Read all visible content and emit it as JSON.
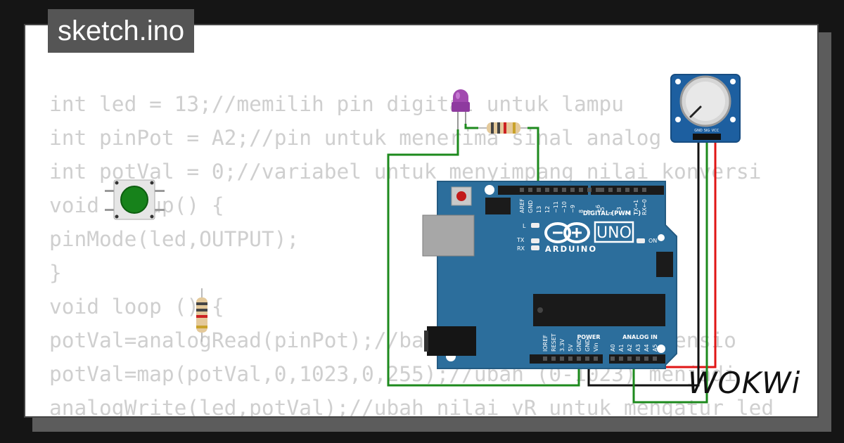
{
  "file": {
    "name": "sketch.ino"
  },
  "code_lines": [
    "int led = 13;//memilih pin digital untuk lampu",
    "int pinPot = A2;//pin untuk menerima sinal analog",
    "int potVal = 0;//variabel untuk menyimpang nilai konversi",
    "void setup() {",
    "pinMode(led,OUTPUT);",
    "}",
    "void loop () {",
    "potVal=analogRead(pinPot);//baca nilai vR dari potensio",
    "potVal=map(potVal,0,1023,0,255);//ubah (0-1023) menjadi",
    "analogWrite(led,potVal);//ubah nilai vR untuk mengatur led",
    "}"
  ],
  "board": {
    "name": "UNO",
    "brand": "ARDUINO",
    "digital_label": "DIGITAL (PWM ~)",
    "digital_pins": [
      "AREF",
      "GND",
      "13",
      "12",
      "~11",
      "~10",
      "~9",
      "8",
      "7",
      "~6",
      "~5",
      "4",
      "~3",
      "2",
      "TX→1",
      "RX←0"
    ],
    "power_label": "POWER",
    "power_pins": [
      "IOREF",
      "RESET",
      "3.3V",
      "5V",
      "GND",
      "GND",
      "Vin"
    ],
    "analog_label": "ANALOG IN",
    "analog_pins": [
      "A0",
      "A1",
      "A2",
      "A3",
      "A4",
      "A5"
    ],
    "led_labels": {
      "l": "L",
      "tx": "TX",
      "rx": "RX",
      "on": "ON"
    }
  },
  "potentiometer": {
    "pin_labels": [
      "GND",
      "SIG",
      "VCC"
    ]
  },
  "watermark": "WOKWi",
  "colors": {
    "board": "#2c6e9c",
    "wire_green": "#1d8a1d",
    "wire_red": "#e01515",
    "wire_black": "#111111",
    "led": "#a24ab0",
    "button": "#1a8a1a",
    "pot_body": "#1d5fa0"
  }
}
